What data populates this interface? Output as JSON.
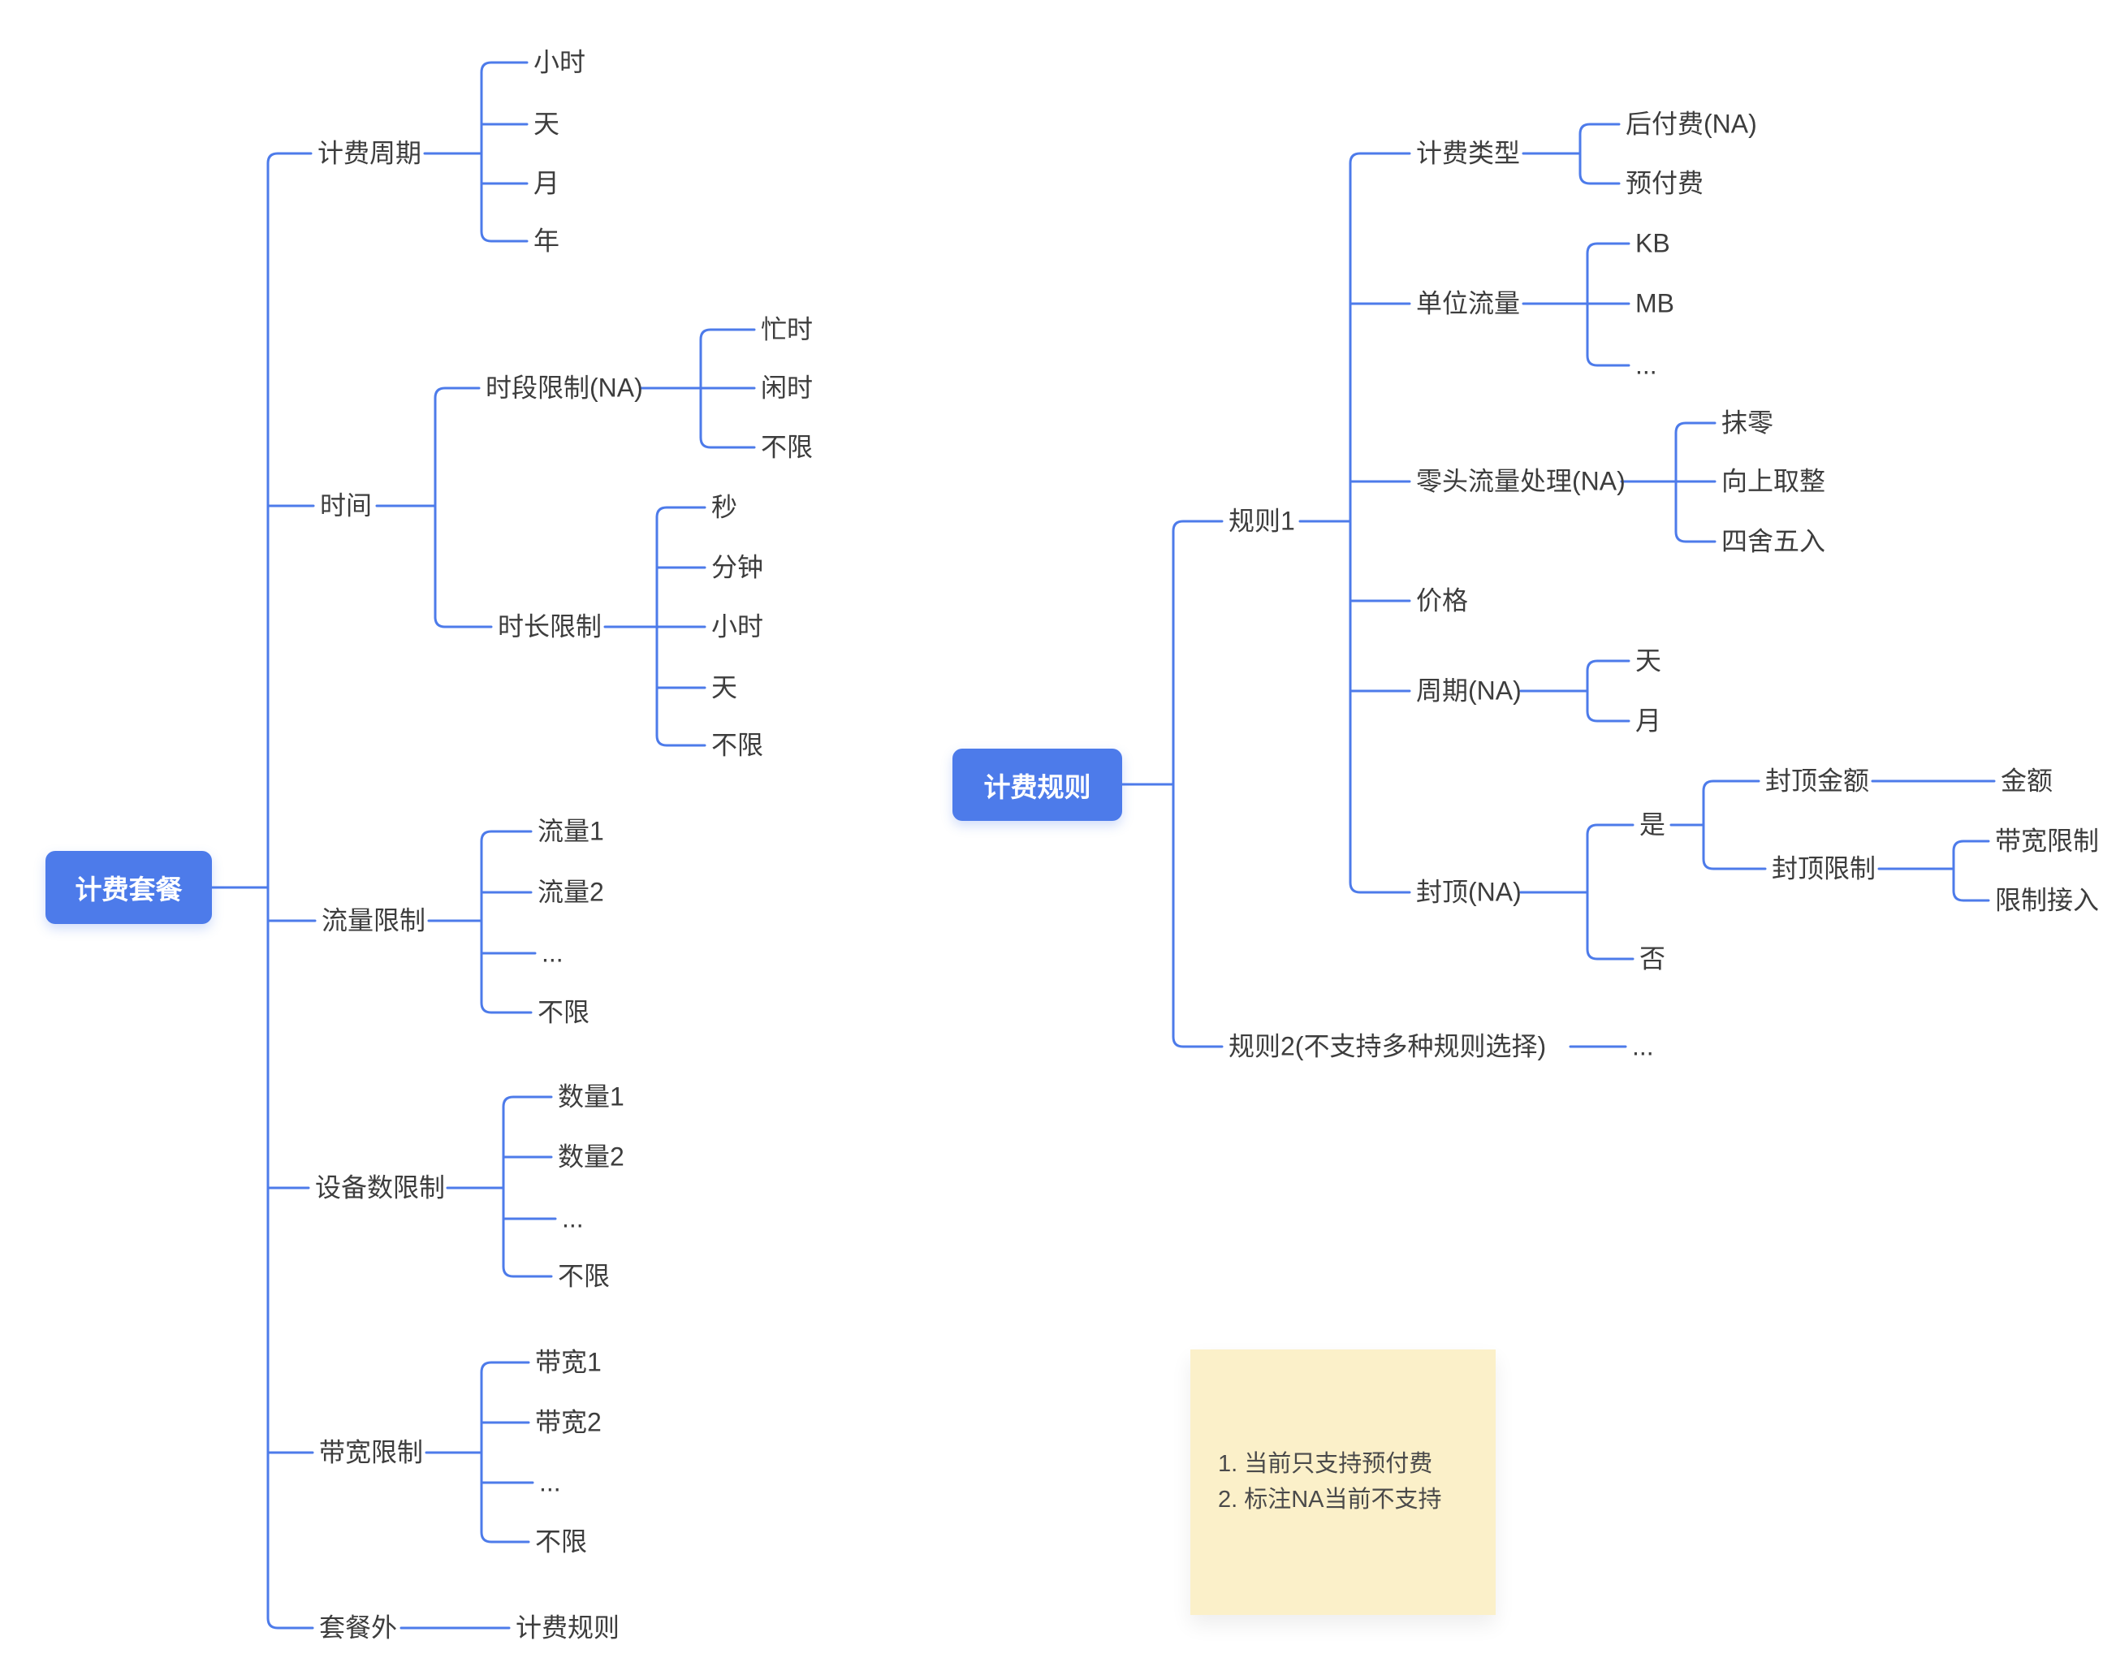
{
  "colors": {
    "accent": "#4d7bea",
    "node_text": "#3d3d3d",
    "note_bg": "#fbf0c9",
    "note_text": "#4a4a4a"
  },
  "left_map": {
    "root": "计费套餐",
    "branches": [
      {
        "label": "计费周期",
        "children": [
          {
            "label": "小时"
          },
          {
            "label": "天"
          },
          {
            "label": "月"
          },
          {
            "label": "年"
          }
        ]
      },
      {
        "label": "时间",
        "children": [
          {
            "label": "时段限制(NA)",
            "children": [
              {
                "label": "忙时"
              },
              {
                "label": "闲时"
              },
              {
                "label": "不限"
              }
            ]
          },
          {
            "label": "时长限制",
            "children": [
              {
                "label": "秒"
              },
              {
                "label": "分钟"
              },
              {
                "label": "小时"
              },
              {
                "label": "天"
              },
              {
                "label": "不限"
              }
            ]
          }
        ]
      },
      {
        "label": "流量限制",
        "children": [
          {
            "label": "流量1"
          },
          {
            "label": "流量2"
          },
          {
            "label": "..."
          },
          {
            "label": "不限"
          }
        ]
      },
      {
        "label": "设备数限制",
        "children": [
          {
            "label": "数量1"
          },
          {
            "label": "数量2"
          },
          {
            "label": "..."
          },
          {
            "label": "不限"
          }
        ]
      },
      {
        "label": "带宽限制",
        "children": [
          {
            "label": "带宽1"
          },
          {
            "label": "带宽2"
          },
          {
            "label": "..."
          },
          {
            "label": "不限"
          }
        ]
      },
      {
        "label": "套餐外",
        "children": [
          {
            "label": "计费规则"
          }
        ]
      }
    ]
  },
  "right_map": {
    "root": "计费规则",
    "branches": [
      {
        "label": "规则1",
        "children": [
          {
            "label": "计费类型",
            "children": [
              {
                "label": "后付费(NA)"
              },
              {
                "label": "预付费"
              }
            ]
          },
          {
            "label": "单位流量",
            "children": [
              {
                "label": "KB"
              },
              {
                "label": "MB"
              },
              {
                "label": "..."
              }
            ]
          },
          {
            "label": "零头流量处理(NA)",
            "children": [
              {
                "label": "抹零"
              },
              {
                "label": "向上取整"
              },
              {
                "label": "四舍五入"
              }
            ]
          },
          {
            "label": "价格",
            "children": []
          },
          {
            "label": "周期(NA)",
            "children": [
              {
                "label": "天"
              },
              {
                "label": "月"
              }
            ]
          },
          {
            "label": "封顶(NA)",
            "children": [
              {
                "label": "是",
                "children": [
                  {
                    "label": "封顶金额",
                    "children": [
                      {
                        "label": "金额"
                      }
                    ]
                  },
                  {
                    "label": "封顶限制",
                    "children": [
                      {
                        "label": "带宽限制"
                      },
                      {
                        "label": "限制接入"
                      }
                    ]
                  }
                ]
              },
              {
                "label": "否",
                "children": []
              }
            ]
          }
        ]
      },
      {
        "label": "规则2(不支持多种规则选择)",
        "children": [
          {
            "label": "..."
          }
        ]
      }
    ]
  },
  "note": {
    "lines": [
      "1. 当前只支持预付费",
      "2. 标注NA当前不支持"
    ]
  }
}
